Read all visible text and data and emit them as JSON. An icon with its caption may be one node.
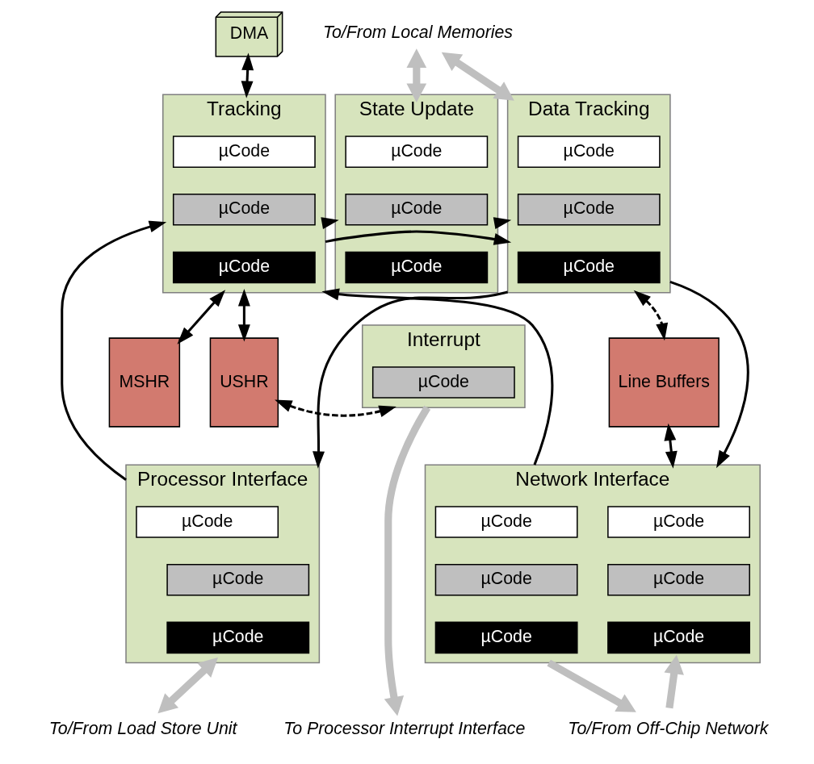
{
  "diagram": {
    "nodes": [
      {
        "text": [
          "DMA"
        ]
      },
      {
        "text": [
          "Tracking"
        ]
      },
      {
        "text": [
          "µCode"
        ],
        "in": 1
      },
      {
        "text": [
          "µCode"
        ],
        "in": 1
      },
      {
        "text": [
          "µCode"
        ],
        "in": 1
      },
      {
        "text": [
          "State Update"
        ]
      },
      {
        "text": [
          "µCode"
        ],
        "in": 5
      },
      {
        "text": [
          "µCode"
        ],
        "in": 5
      },
      {
        "text": [
          "µCode"
        ],
        "in": 5
      },
      {
        "text": [
          "Data Tracking"
        ]
      },
      {
        "text": [
          "µCode"
        ],
        "in": 9
      },
      {
        "text": [
          "µCode"
        ],
        "in": 9
      },
      {
        "text": [
          "µCode"
        ],
        "in": 9
      },
      {
        "text": [
          "MSHR"
        ]
      },
      {
        "text": [
          "USHR"
        ]
      },
      {
        "text": [
          "Interrupt"
        ]
      },
      {
        "text": [
          "µCode"
        ],
        "in": 15
      },
      {
        "text": [
          "Line Buffers"
        ]
      },
      {
        "text": [
          "Processor Interface"
        ]
      },
      {
        "text": [
          "µCode"
        ],
        "in": 18
      },
      {
        "text": [
          "µCode"
        ],
        "in": 18
      },
      {
        "text": [
          "µCode"
        ],
        "in": 18
      },
      {
        "text": [
          "Network Interface"
        ]
      },
      {
        "text": [
          "µCode"
        ],
        "in": 22
      },
      {
        "text": [
          "µCode"
        ],
        "in": 22
      },
      {
        "text": [
          "µCode"
        ],
        "in": 22
      },
      {
        "text": [
          "µCode"
        ],
        "in": 22
      },
      {
        "text": [
          "µCode"
        ],
        "in": 22
      },
      {
        "text": [
          "µCode"
        ],
        "in": 22
      },
      {
        "text": [
          "To/From Local Memories"
        ]
      },
      {
        "text": [
          "To Processor Interrupt Interface"
        ]
      },
      {
        "text": [
          "To/From Load Store Unit"
        ]
      },
      {
        "text": [
          "To/From Off-Chip Network"
        ]
      }
    ],
    "edges": [
      {
        "from": 0,
        "to": 1,
        "arrow": "both"
      },
      {
        "from": 1,
        "to": 5,
        "arrow": "to"
      },
      {
        "from": 5,
        "to": 9,
        "arrow": "to"
      },
      {
        "from": 1,
        "to": 9,
        "arrow": "to"
      },
      {
        "from": 9,
        "to": 22,
        "arrow": "to"
      },
      {
        "from": 9,
        "to": 18,
        "arrow": "to"
      },
      {
        "from": 18,
        "to": 1,
        "arrow": "to"
      },
      {
        "from": 22,
        "to": 1,
        "arrow": "to"
      },
      {
        "from": 1,
        "to": 13,
        "arrow": "both"
      },
      {
        "from": 1,
        "to": 14,
        "arrow": "both"
      },
      {
        "from": 14,
        "to": 15,
        "arrow": "both",
        "style": "dashed"
      },
      {
        "from": 9,
        "to": 17,
        "arrow": "both",
        "style": "dashed"
      },
      {
        "from": 17,
        "to": 22,
        "arrow": "both"
      },
      {
        "from": 29,
        "to": 5,
        "arrow": "both",
        "style": "thick",
        "color": "#bfbfbf"
      },
      {
        "from": 29,
        "to": 9,
        "arrow": "both",
        "style": "thick",
        "color": "#bfbfbf"
      },
      {
        "from": 15,
        "to": 30,
        "arrow": "to",
        "style": "thick",
        "color": "#bfbfbf"
      },
      {
        "from": 18,
        "to": 31,
        "arrow": "both",
        "style": "thick",
        "color": "#bfbfbf"
      },
      {
        "from": 22,
        "to": 32,
        "arrow": "to",
        "style": "thick",
        "color": "#bfbfbf"
      },
      {
        "from": 32,
        "to": 22,
        "arrow": "to",
        "style": "thick",
        "color": "#bfbfbf"
      }
    ]
  }
}
